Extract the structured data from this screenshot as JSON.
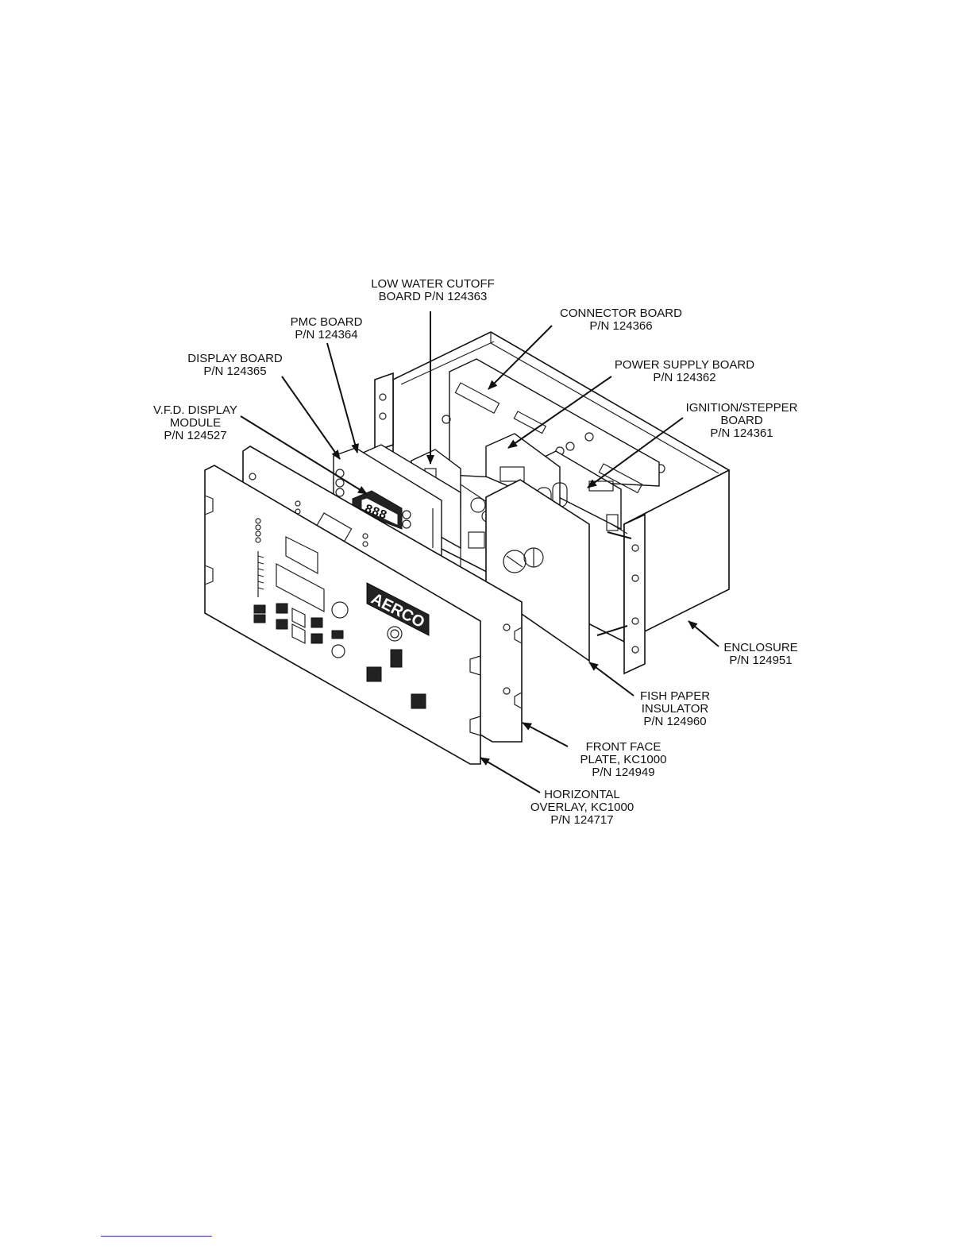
{
  "callouts": {
    "low_water_cutoff": [
      "LOW WATER CUTOFF",
      "BOARD P/N 124363"
    ],
    "connector_board": [
      "CONNECTOR BOARD",
      "P/N 124366"
    ],
    "pmc_board": [
      "PMC BOARD",
      "P/N 124364"
    ],
    "power_supply_board": [
      "POWER SUPPLY BOARD",
      "P/N 124362"
    ],
    "display_board": [
      "DISPLAY BOARD",
      "P/N 124365"
    ],
    "ignition_stepper_board": [
      "IGNITION/STEPPER",
      "BOARD",
      "P/N 124361"
    ],
    "vfd_display_module": [
      "V.F.D. DISPLAY",
      "MODULE",
      "P/N 124527"
    ],
    "enclosure": [
      "ENCLOSURE",
      "P/N 124951"
    ],
    "fish_paper_insulator": [
      "FISH PAPER",
      "INSULATOR",
      "P/N 124960"
    ],
    "front_face_plate": [
      "FRONT FACE",
      "PLATE, KC1000",
      "P/N 124949"
    ],
    "horizontal_overlay": [
      "HORIZONTAL",
      "OVERLAY, KC1000",
      "P/N 124717"
    ]
  },
  "logo": {
    "text": "AERCO"
  },
  "colors": {
    "line": "#111111",
    "footer_rule": "#2a3bd6"
  }
}
